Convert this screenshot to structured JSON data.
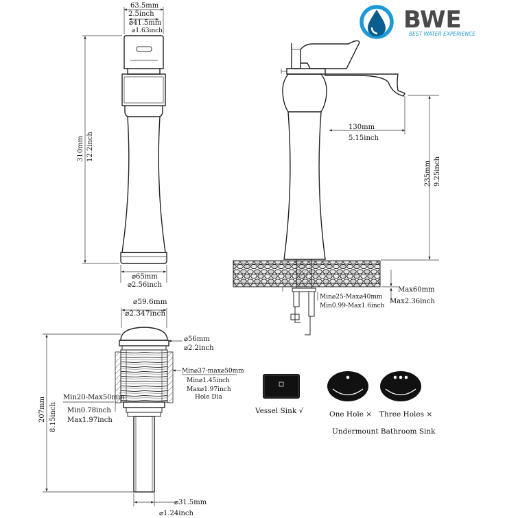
{
  "brand": {
    "name": "BWE",
    "tagline": "BEST WATER EXPERIENCE",
    "colors": {
      "drop_outer": "#1d9ad6",
      "drop_inner": "#0a5d8f",
      "text": "#4a4a4a"
    },
    "icon": "water-drop-icon"
  },
  "faucet_front": {
    "top_width_mm": "63.5mm",
    "top_width_in": "2.5inch",
    "spout_dia_mm": "⌀41.5mm",
    "spout_dia_in": "⌀1.63inch",
    "height_mm": "310mm",
    "height_in": "12.2inch",
    "base_dia_mm": "⌀65mm",
    "base_dia_in": "⌀2.56inch"
  },
  "faucet_side": {
    "reach_mm": "130mm",
    "reach_in": "5.15inch",
    "spout_height_mm": "235mm",
    "spout_height_in": "9.25inch",
    "deck_thickness_mm": "Min⌀25-Max⌀40mm",
    "deck_thickness_in": "Min0.99-Max1.6inch",
    "max_deck_mm": "Max60mm",
    "max_deck_in": "Max2.36inch"
  },
  "drain": {
    "cap_dia_mm": "⌀59.6mm",
    "cap_dia_in": "⌀2.347inch",
    "flange_dia_mm": "⌀56mm",
    "flange_dia_in": "⌀2.2inch",
    "hole_mm": "Min⌀37-max⌀50mm",
    "hole_min_in": "Min⌀1.45inch",
    "hole_max_in": "Max⌀1.97inch",
    "hole_label": "Hole Dia",
    "thickness_mm": "Min20-Max50mm",
    "thickness_min_in": "Min0.78inch",
    "thickness_max_in": "Max1.97inch",
    "length_mm": "207mm",
    "length_in": "8.15inch",
    "tail_dia_mm": "⌀31.5mm",
    "tail_dia_in": "⌀1.24inch"
  },
  "sinks": {
    "vessel": "Vessel Sink √",
    "one_hole": "One Hole ×",
    "three_holes": "Three Holes ×",
    "undermount": "Undermount Bathroom Sink"
  }
}
